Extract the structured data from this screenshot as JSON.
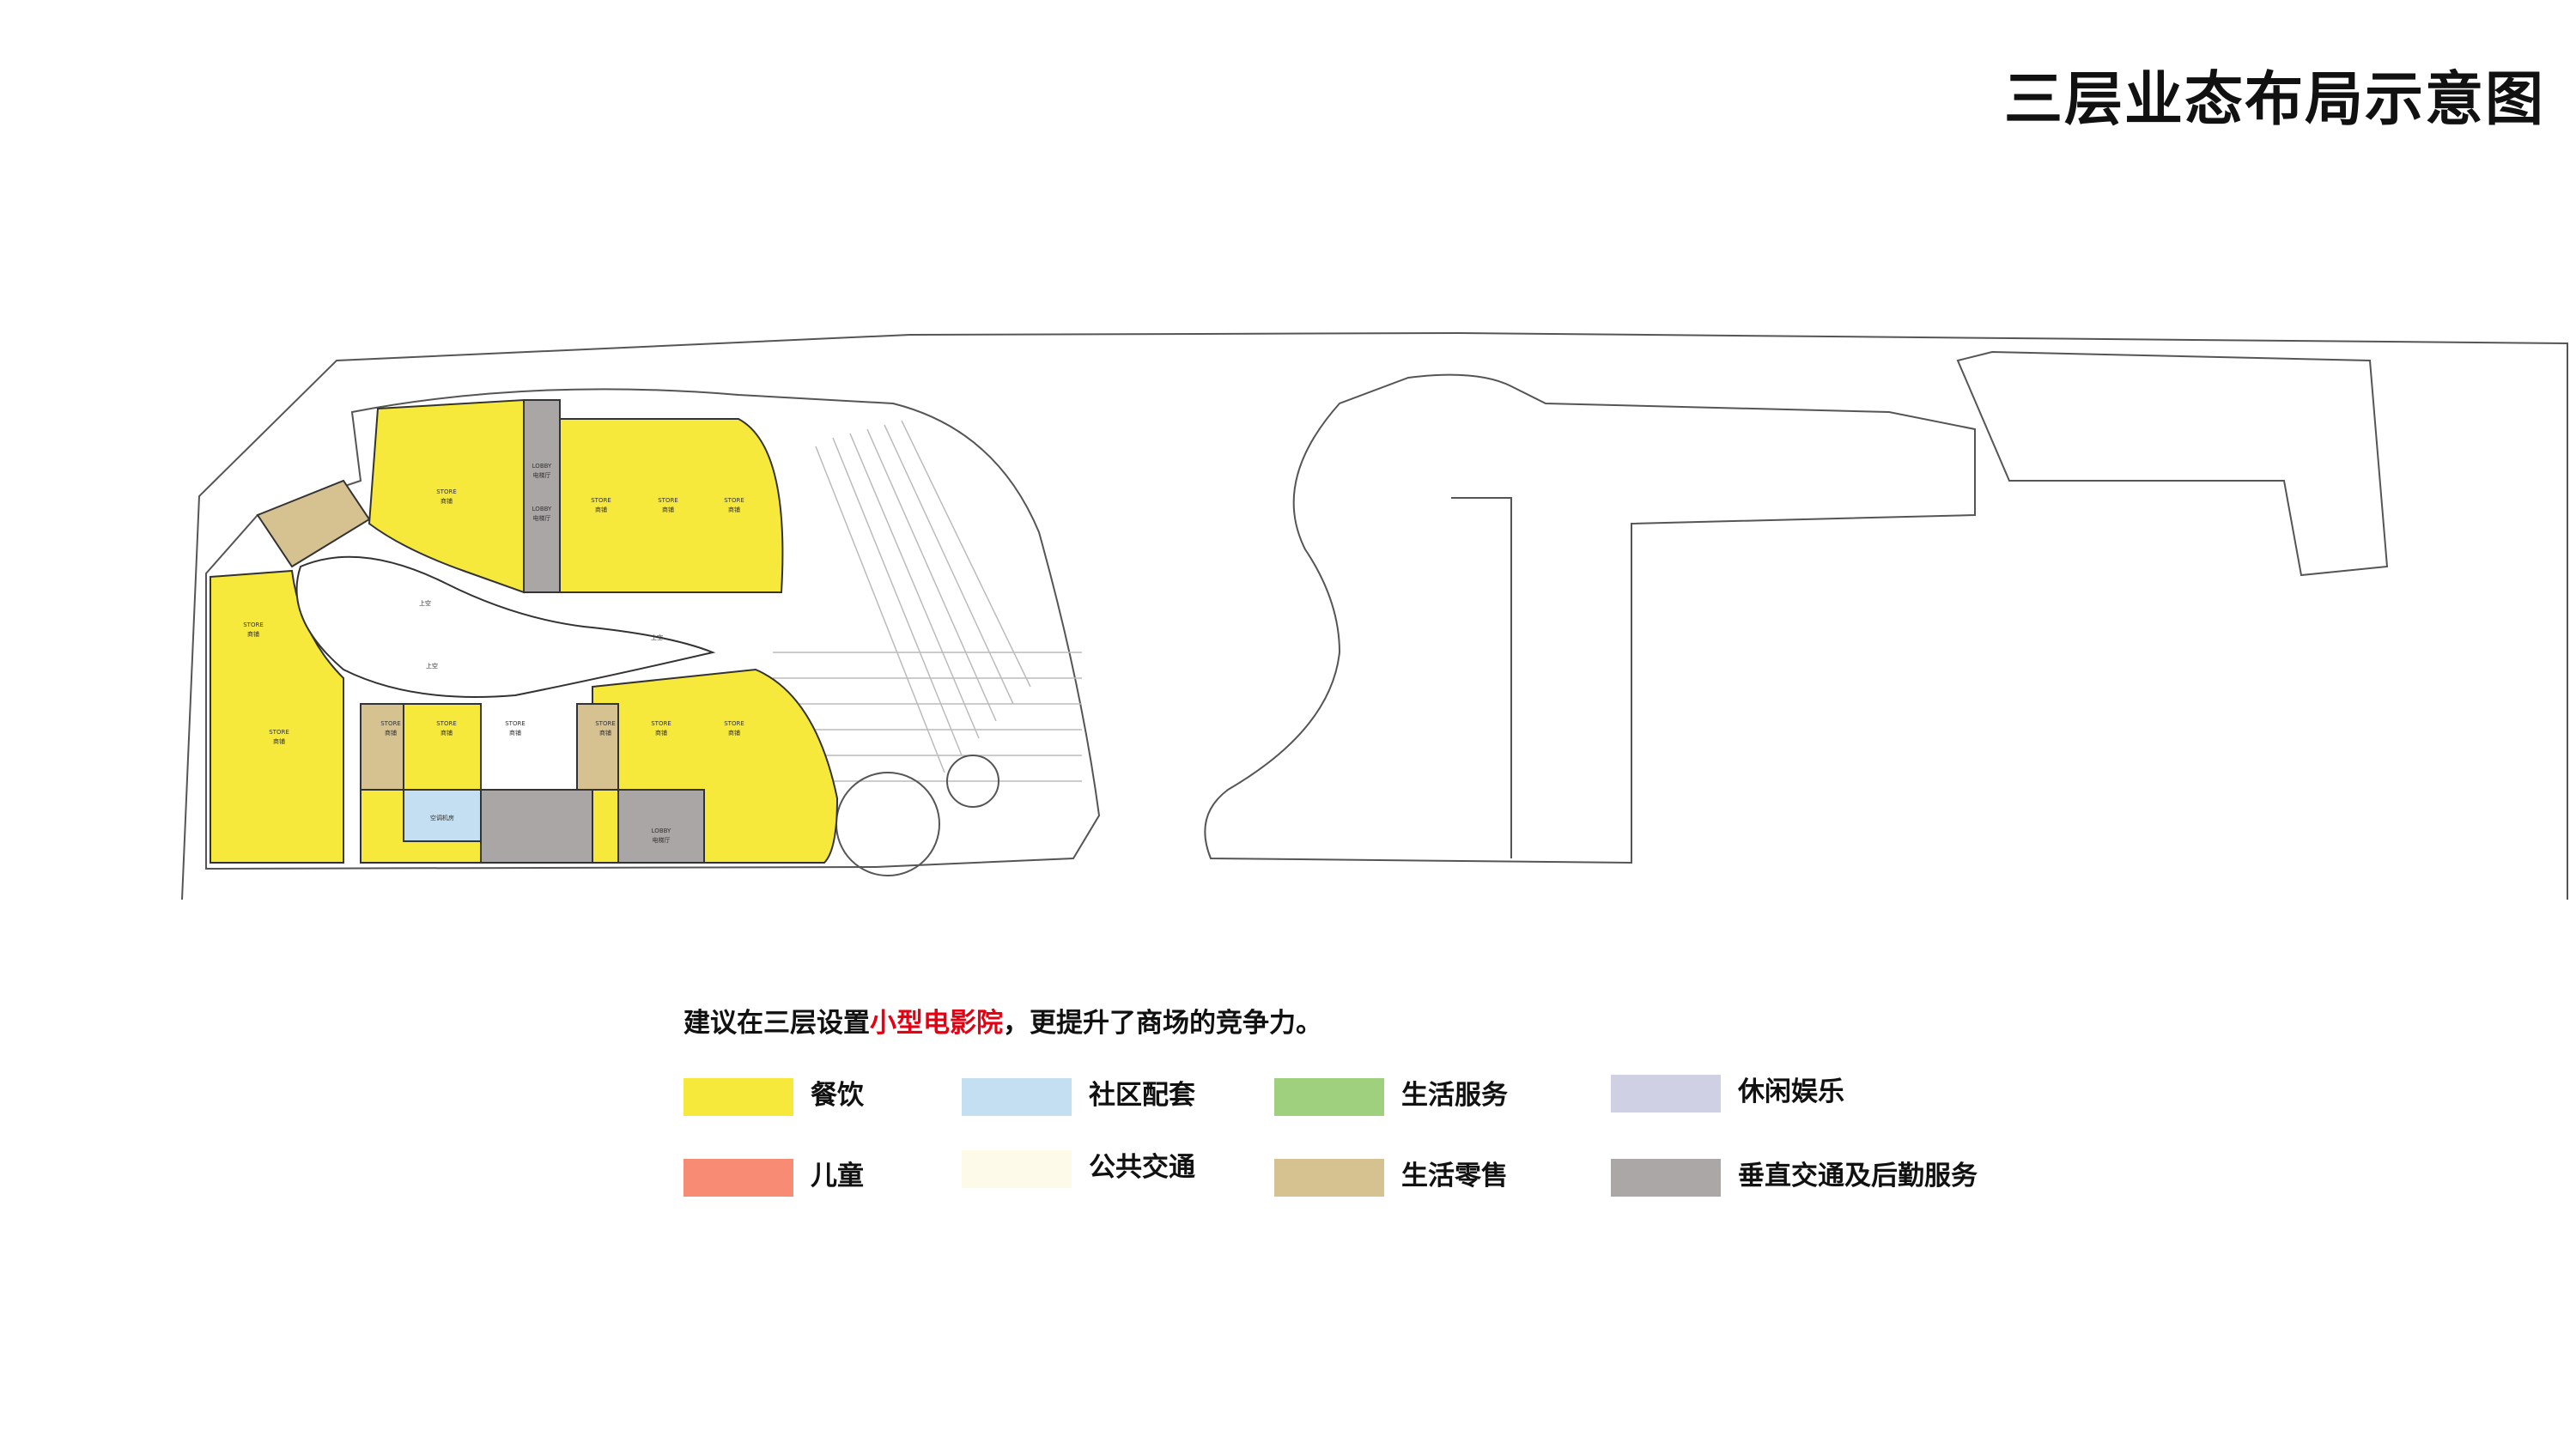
{
  "title": "三层业态布局示意图",
  "note": {
    "prefix": "建议在三层设置",
    "highlight": "小型电影院",
    "suffix": "，更提升了商场的竞争力。"
  },
  "colors": {
    "accent": "#e60012",
    "plan_line": "#555555",
    "store_yellow": "#f7e93b",
    "retail_tan": "#d6c291",
    "service_grey": "#a9a6a5",
    "community_blue": "#c3dff1"
  },
  "legend": [
    {
      "label": "餐饮",
      "color": "#f7e93b"
    },
    {
      "label": "社区配套",
      "color": "#c3dff1"
    },
    {
      "label": "生活服务",
      "color": "#9fd07e"
    },
    {
      "label": "休闲娱乐",
      "color": "#cfd0e4"
    },
    {
      "label": "儿童",
      "color": "#f88b73"
    },
    {
      "label": "公共交通",
      "color": "#fdfaea"
    },
    {
      "label": "生活零售",
      "color": "#d6c291"
    },
    {
      "label": "垂直交通及后勤服务",
      "color": "#aaa7a6"
    }
  ],
  "plan": {
    "store_labels": [
      {
        "name": "STORE",
        "sub": "商铺"
      },
      {
        "name": "STORE",
        "sub": "商铺"
      },
      {
        "name": "STORE",
        "sub": "商铺"
      },
      {
        "name": "STORE",
        "sub": "商铺"
      },
      {
        "name": "STORE",
        "sub": "商铺"
      },
      {
        "name": "STORE",
        "sub": "商铺"
      },
      {
        "name": "STORE",
        "sub": "商铺"
      },
      {
        "name": "STORE",
        "sub": "商铺"
      },
      {
        "name": "STORE",
        "sub": "商铺"
      },
      {
        "name": "STORE",
        "sub": "商铺"
      },
      {
        "name": "STORE",
        "sub": "商铺"
      },
      {
        "name": "STORE",
        "sub": "商铺"
      }
    ],
    "lobby_labels": [
      {
        "name": "LOBBY",
        "sub": "电梯厅"
      },
      {
        "name": "LOBBY",
        "sub": "电梯厅"
      },
      {
        "name": "LOBBY",
        "sub": "电梯厅"
      }
    ],
    "aircon_label": "空调机房",
    "up_labels": [
      "上空",
      "上空",
      "上空"
    ]
  }
}
